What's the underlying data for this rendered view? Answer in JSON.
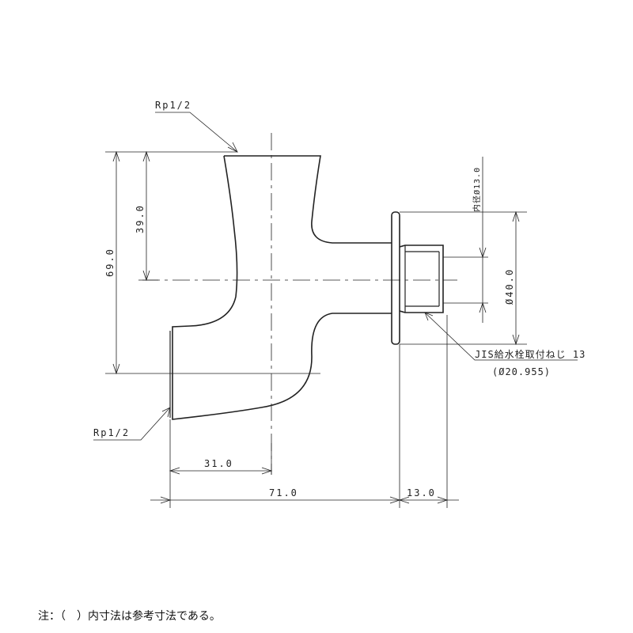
{
  "labels": {
    "rp_top": "Rp1/2",
    "rp_bottom": "Rp1/2",
    "dim_39": "39.0",
    "dim_69": "69.0",
    "dim_31": "31.0",
    "dim_71": "71.0",
    "dim_13": "13.0",
    "dim_40": "Ø40.0",
    "inner_dia": "内径Ø13.0",
    "jis_thread": "JIS給水栓取付ねじ 13",
    "jis_ref": "(Ø20.955)"
  },
  "note": "注：（　）内寸法は参考寸法である。",
  "colors": {
    "line": "#222222"
  }
}
